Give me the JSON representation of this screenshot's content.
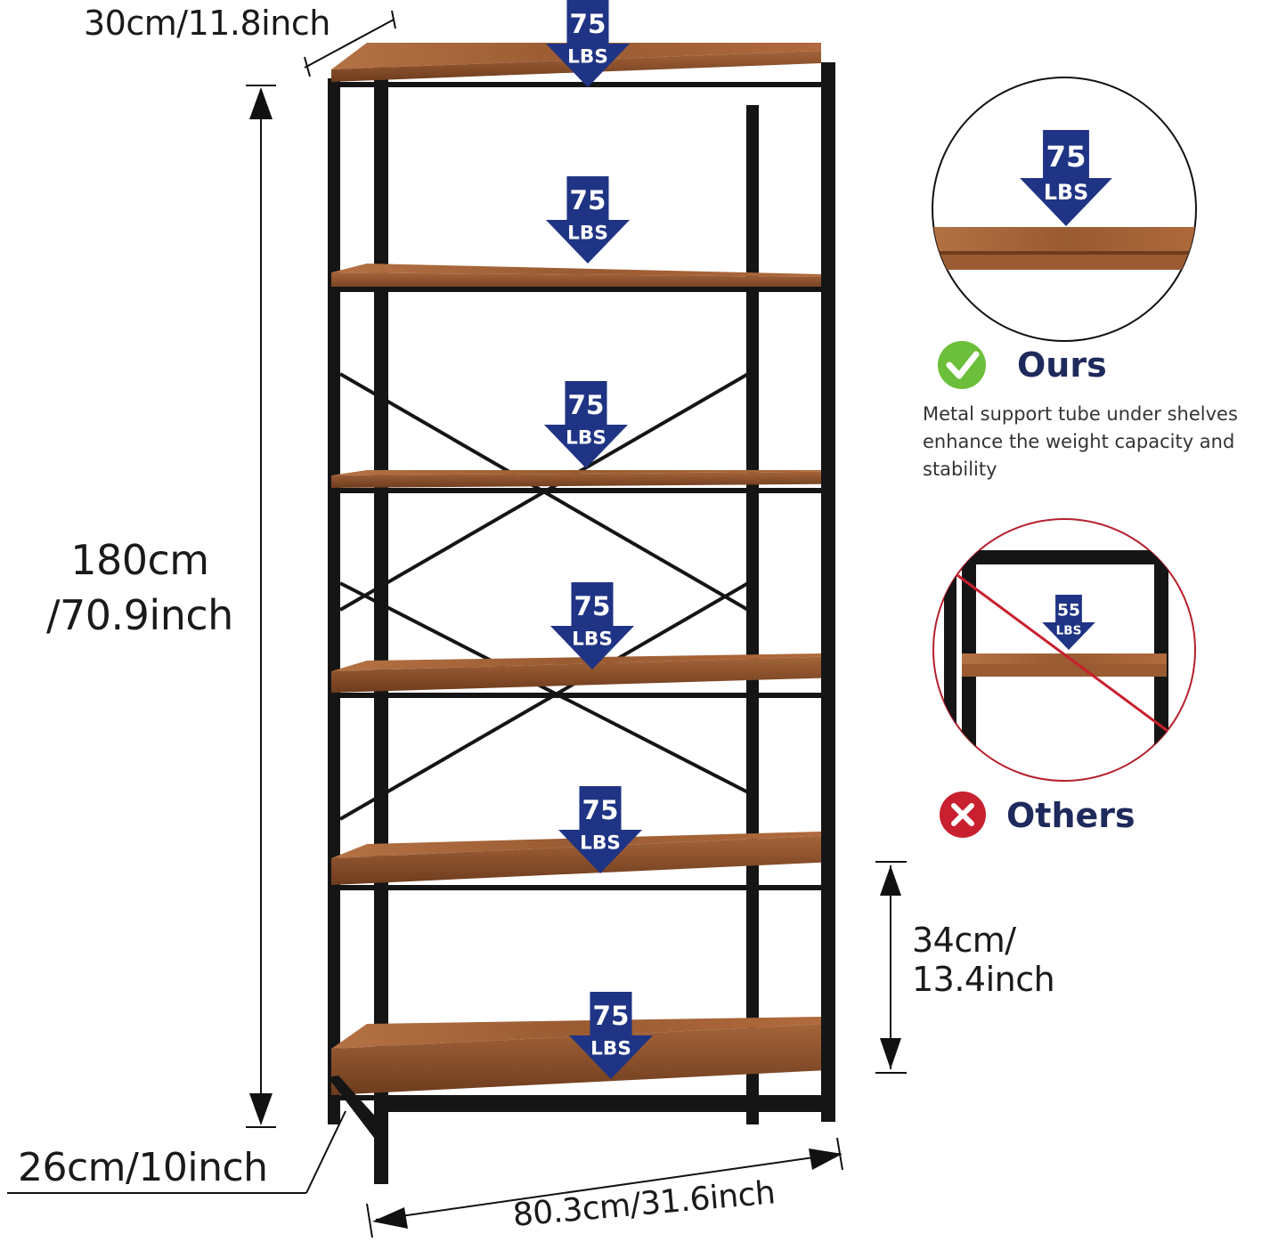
{
  "dimensions": {
    "depth_top": "30cm/11.8inch",
    "height_line1": "180cm",
    "height_line2": "/70.9inch",
    "shelf_gap_line1": "34cm/",
    "shelf_gap_line2": "13.4inch",
    "depth_bottom": "26cm/10inch",
    "width": "80.3cm/31.6inch"
  },
  "shelves": [
    {
      "load_value": "75",
      "load_unit": "LBS"
    },
    {
      "load_value": "75",
      "load_unit": "LBS"
    },
    {
      "load_value": "75",
      "load_unit": "LBS"
    },
    {
      "load_value": "75",
      "load_unit": "LBS"
    },
    {
      "load_value": "75",
      "load_unit": "LBS"
    },
    {
      "load_value": "75",
      "load_unit": "LBS"
    }
  ],
  "comparison": {
    "ours": {
      "label": "Ours",
      "load_value": "75",
      "load_unit": "LBS",
      "description": "Metal support tube under shelves enhance the weight capacity and stability"
    },
    "others": {
      "label": "Others",
      "load_value": "55",
      "load_unit": "LBS"
    }
  },
  "colors": {
    "frame": "#151515",
    "wood": "#9a5b32",
    "wood_dark": "#6e3c1d",
    "badge": "#1f3484",
    "check": "#6cbf3a",
    "cross": "#c8202e",
    "label": "#1f2a5c"
  }
}
